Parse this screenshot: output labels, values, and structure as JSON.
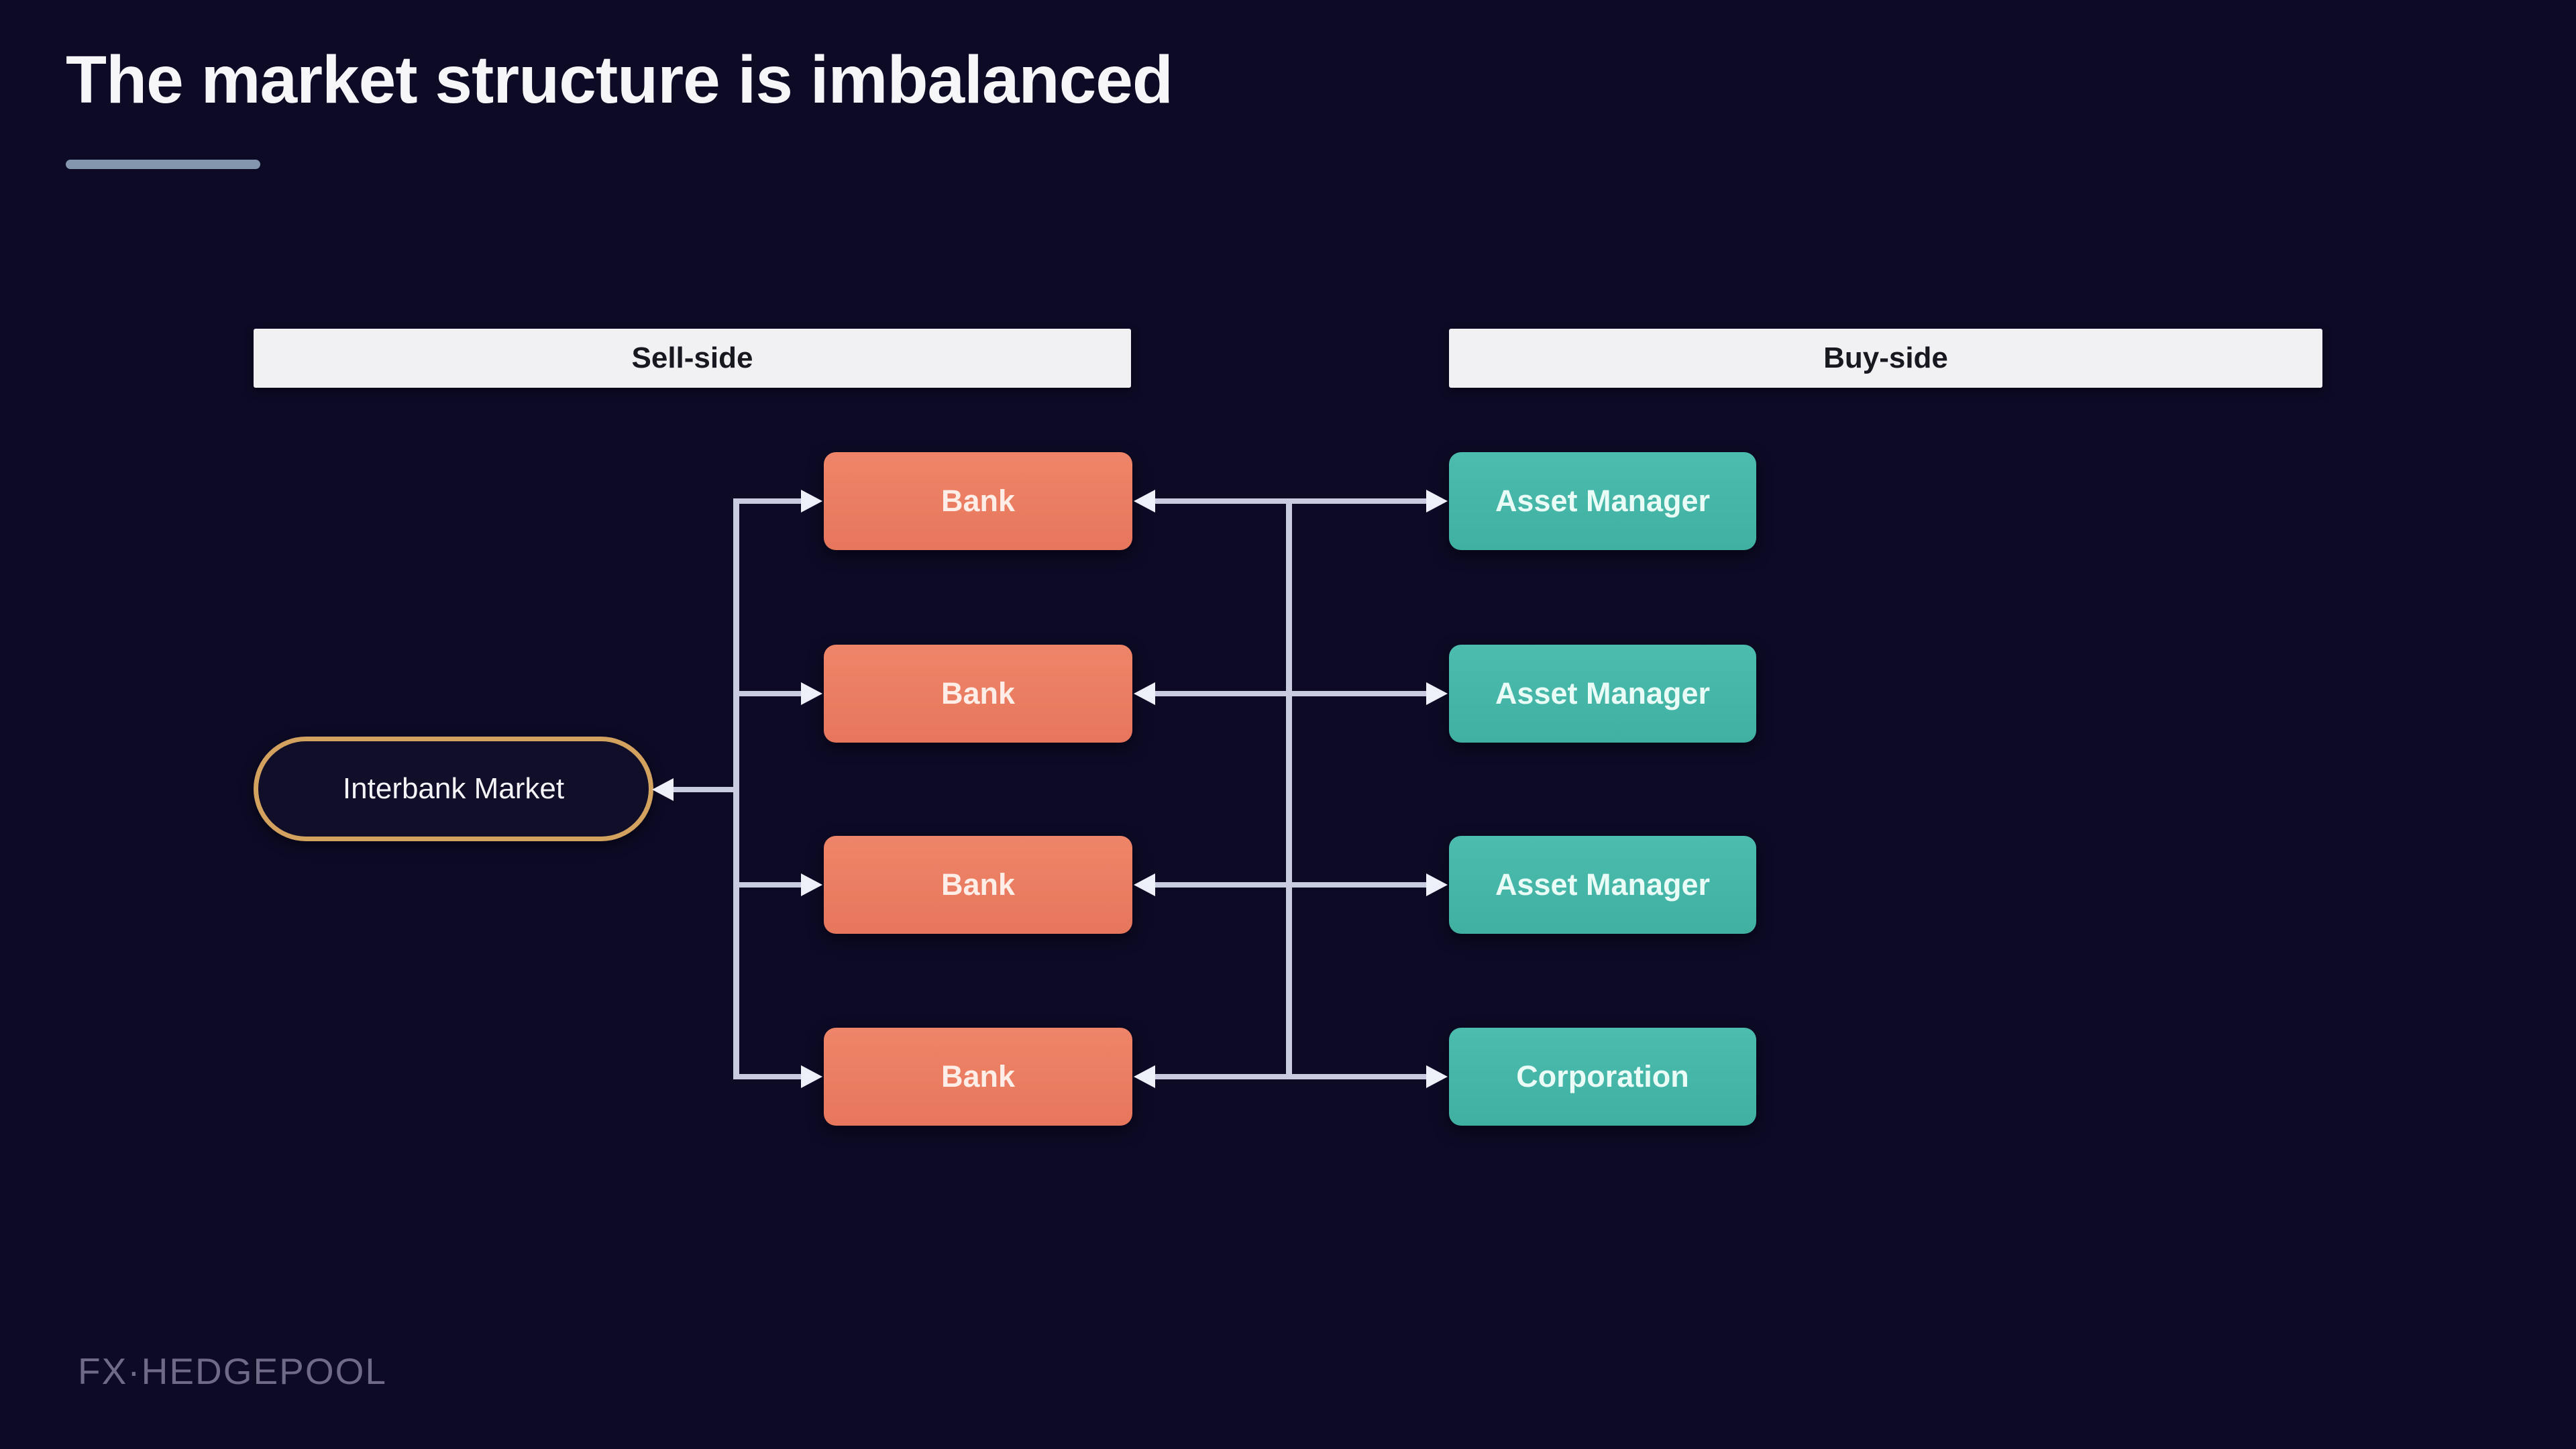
{
  "slide": {
    "title": "The market structure is imbalanced",
    "logo_text": "FX·HEDGEPOOL"
  },
  "headers": {
    "sell_side": "Sell-side",
    "buy_side": "Buy-side"
  },
  "diagram": {
    "interbank_market": {
      "label": "Interbank Market"
    },
    "sell_side_nodes": [
      {
        "label": "Bank"
      },
      {
        "label": "Bank"
      },
      {
        "label": "Bank"
      },
      {
        "label": "Bank"
      }
    ],
    "buy_side_nodes": [
      {
        "label": "Asset Manager"
      },
      {
        "label": "Asset Manager"
      },
      {
        "label": "Asset Manager"
      },
      {
        "label": "Corporation"
      }
    ],
    "connections": {
      "left_bus": "All four Bank nodes join a vertical bus; an arrow from the bus points into Interbank Market, and branch arrows point into each Bank",
      "right_trunk": "Each Bank row has a horizontal link crossed by a shared vertical trunk; arrowheads point into each Bank and into each Buy-side node"
    }
  },
  "colors": {
    "background": "#0d0a26",
    "title_text": "#f6f6f9",
    "title_underline": "#8396ae",
    "header_bar_bg": "#f1f0f3",
    "header_bar_text": "#181820",
    "bank_node": "#e87e62",
    "buy_side_node": "#45b5a8",
    "interbank_border": "#d2a25e",
    "connector_line": "#c9cbe0",
    "arrowhead": "#eef0f9",
    "logo_text": "#6f6b86"
  }
}
